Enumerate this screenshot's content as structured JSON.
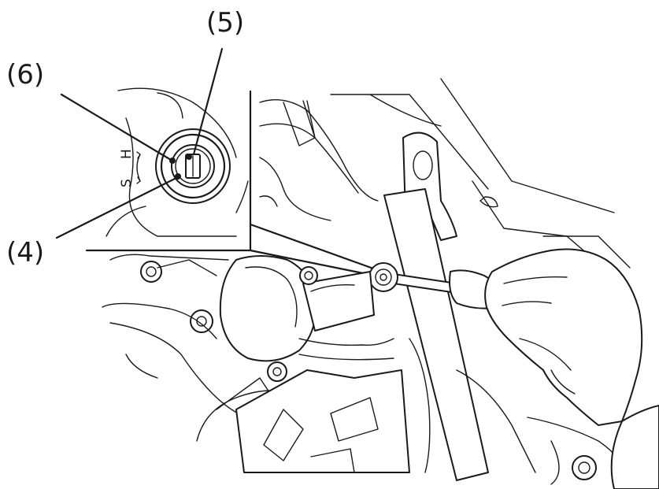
{
  "callouts": {
    "four": "(4)",
    "five": "(5)",
    "six": "(6)"
  },
  "screw_marks": {
    "h": "H",
    "s": "S"
  },
  "colors": {
    "ink": "#1a1a1a",
    "paper": "#ffffff"
  }
}
